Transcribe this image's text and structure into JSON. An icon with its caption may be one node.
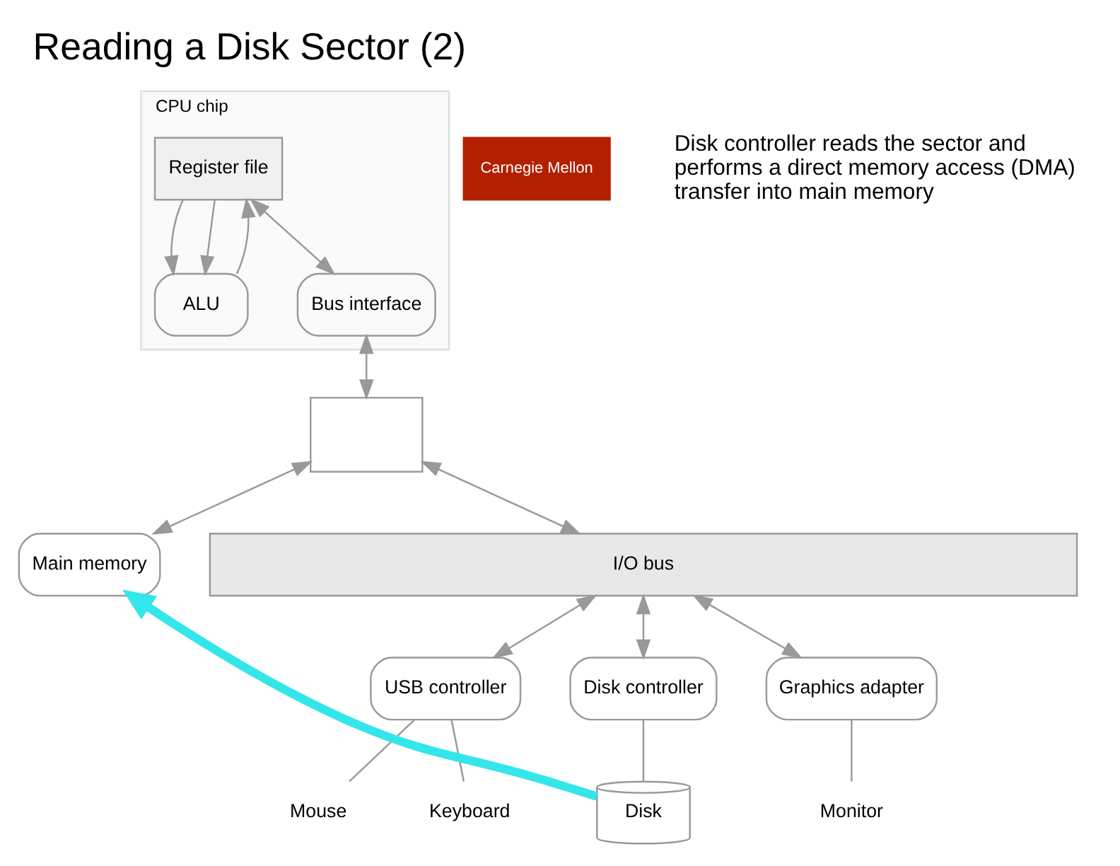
{
  "diagram": {
    "title": "Reading a Disk Sector (2)",
    "nodes": [
      {
        "text": [
          "CPU chip"
        ]
      },
      {
        "text": [
          "Register file"
        ],
        "in": 0
      },
      {
        "text": [
          "ALU"
        ],
        "in": 0
      },
      {
        "text": [
          "Bus interface"
        ],
        "in": 0
      },
      {
        "text": [],
        "shape": "box"
      },
      {
        "text": [
          "Main memory"
        ]
      },
      {
        "text": [
          "I/O bus"
        ]
      },
      {
        "text": [
          "USB controller"
        ]
      },
      {
        "text": [
          "Graphics adapter"
        ]
      },
      {
        "text": [
          "Disk controller"
        ]
      },
      {
        "text": [
          "Mouse"
        ]
      },
      {
        "text": [
          "Keyboard"
        ]
      },
      {
        "text": [
          "Monitor"
        ]
      },
      {
        "text": [
          "Disk"
        ]
      }
    ],
    "edges": [
      {
        "from": 1,
        "to": 2,
        "arrow": "to"
      },
      {
        "from": 1,
        "to": 2,
        "arrow": "to"
      },
      {
        "from": 2,
        "to": 1,
        "arrow": "to"
      },
      {
        "from": 1,
        "to": 3,
        "arrow": "both"
      },
      {
        "from": 3,
        "to": 4,
        "arrow": "both"
      },
      {
        "from": 4,
        "to": 5,
        "arrow": "both"
      },
      {
        "from": 4,
        "to": 6,
        "arrow": "both"
      },
      {
        "from": 6,
        "to": 7,
        "arrow": "both"
      },
      {
        "from": 6,
        "to": 8,
        "arrow": "both"
      },
      {
        "from": 6,
        "to": 9,
        "arrow": "both"
      },
      {
        "from": 7,
        "to": 10,
        "arrow": "none"
      },
      {
        "from": 7,
        "to": 11,
        "arrow": "none"
      },
      {
        "from": 8,
        "to": 12,
        "arrow": "none"
      },
      {
        "from": 9,
        "to": 13,
        "arrow": "none"
      },
      {
        "from": 13,
        "to": 5,
        "arrow": "to",
        "style": "thick",
        "color": "#33e6ea"
      }
    ],
    "labels": [
      "Carnegie Mellon",
      "Disk controller reads the sector and performs a direct memory access (DMA) transfer into main memory"
    ]
  }
}
